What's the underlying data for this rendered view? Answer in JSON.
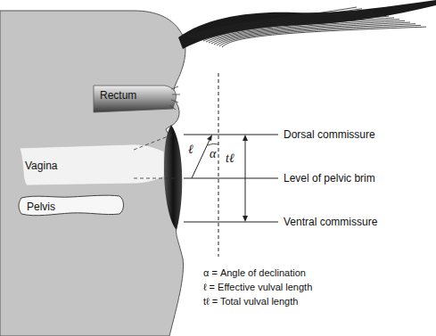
{
  "diagram": {
    "nodes": [
      {
        "text": [
          "Rectum"
        ]
      },
      {
        "text": [
          "Vagina"
        ]
      },
      {
        "text": [
          "Pelvis"
        ]
      }
    ],
    "labels": [
      "Dorsal commissure",
      "Level of pelvic brim",
      "Ventral commissure",
      "ℓ",
      "α",
      "tℓ",
      "α = Angle of declination",
      "ℓ = Effective vulval length",
      "tℓ = Total vulval length"
    ]
  }
}
